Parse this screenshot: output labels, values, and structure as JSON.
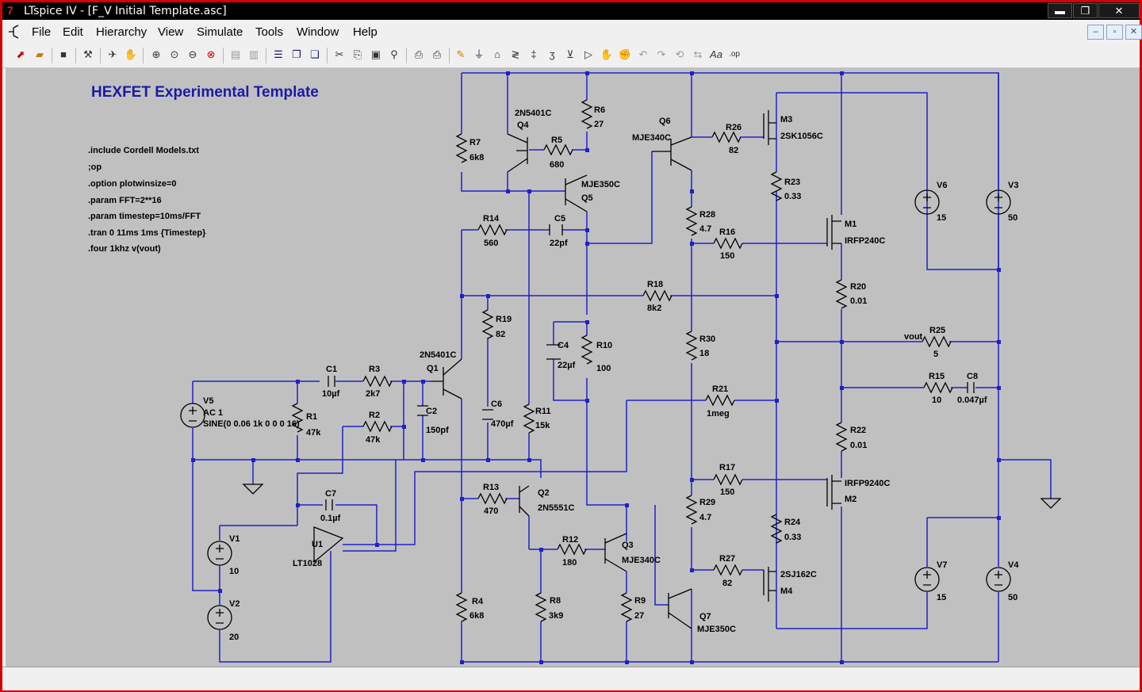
{
  "window": {
    "title": "LTspice IV - [F_V Initial Template.asc]",
    "minimize": "▬",
    "maximize": "❐",
    "close": "✕"
  },
  "menu": {
    "items": [
      "File",
      "Edit",
      "Hierarchy",
      "View",
      "Simulate",
      "Tools",
      "Window",
      "Help"
    ],
    "mdi": [
      "‒",
      "▫",
      "✕"
    ]
  },
  "toolbar": {
    "icons": [
      "new-schematic-icon",
      "open-icon",
      "save-icon",
      "control-panel-icon",
      "run-icon",
      "halt-icon",
      "zoom-in-icon",
      "zoom-pan-icon",
      "zoom-out-icon",
      "zoom-cancel-icon",
      "tile-horizontal-icon",
      "tile-vertical-icon",
      "cascade-icon",
      "close-windows-icon",
      "waveform-icon",
      "cut-icon",
      "copy-icon",
      "paste-icon",
      "find-icon",
      "print-setup-icon",
      "print-icon",
      "wire-icon",
      "ground-icon",
      "label-net-icon",
      "resistor-icon",
      "capacitor-icon",
      "inductor-icon",
      "diode-icon",
      "component-icon",
      "move-icon",
      "drag-icon",
      "undo-icon",
      "redo-icon",
      "rotate-icon",
      "mirror-icon",
      "text-icon",
      "spice-directive-icon"
    ]
  },
  "schematic": {
    "title": "HEXFET Experimental Template",
    "directives": [
      ".include Cordell Models.txt",
      ";op",
      ".option plotwinsize=0",
      ".param FFT=2**16",
      ".param timestep=10ms/FFT",
      ".tran 0 11ms 1ms {Timestep}",
      ".four 1khz v(vout)"
    ],
    "labels": {
      "r7n": "R7",
      "r7v": "6k8",
      "q4t": "2N5401C",
      "q4n": "Q4",
      "r5n": "R5",
      "r5v": "680",
      "r6n": "R6",
      "r6v": "27",
      "q5n": "Q5",
      "q5t": "MJE350C",
      "q6n": "Q6",
      "q6t": "MJE340C",
      "r26n": "R26",
      "r26v": "82",
      "m3n": "M3",
      "m3t": "2SK1056C",
      "r23n": "R23",
      "r23v": "0.33",
      "v6n": "V6",
      "v6v": "15",
      "v3n": "V3",
      "v3v": "50",
      "r14n": "R14",
      "r14v": "560",
      "c5n": "C5",
      "c5v": "22pf",
      "r28n": "R28",
      "r28v": "4.7",
      "r16n": "R16",
      "r16v": "150",
      "m1n": "M1",
      "m1t": "IRFP240C",
      "r18n": "R18",
      "r18v": "8k2",
      "r20n": "R20",
      "r20v": "0.01",
      "r19n": "R19",
      "r19v": "82",
      "c4n": "C4",
      "c4v": "22µf",
      "r10n": "R10",
      "r10v": "100",
      "r30n": "R30",
      "r30v": "18",
      "vout": "vout",
      "r25n": "R25",
      "r25v": "5",
      "q1t": "2N5401C",
      "q1n": "Q1",
      "c1n": "C1",
      "c1v": "10µf",
      "r3n": "R3",
      "r3v": "2k7",
      "r15n": "R15",
      "r15v": "10",
      "c8n": "C8",
      "c8v": "0.047µf",
      "r21n": "R21",
      "r21v": "1meg",
      "v5n": "V5",
      "v5a": "AC 1",
      "v5s": "SINE(0 0.06 1k 0 0 0 16)",
      "r1n": "R1",
      "r1v": "47k",
      "r2n": "R2",
      "r2v": "47k",
      "c2n": "C2",
      "c2v": "150pf",
      "c6n": "C6",
      "c6v": "470µf",
      "r11n": "R11",
      "r11v": "15k",
      "r22n": "R22",
      "r22v": "0.01",
      "r13n": "R13",
      "r13v": "470",
      "q2n": "Q2",
      "q2t": "2N5551C",
      "r17n": "R17",
      "r17v": "150",
      "m2n": "M2",
      "m2t": "IRFP9240C",
      "c7n": "C7",
      "c7v": "0.1µf",
      "r29n": "R29",
      "r29v": "4.7",
      "v1n": "V1",
      "v1v": "10",
      "u1n": "U1",
      "u1t": "LT1028",
      "r12n": "R12",
      "r12v": "180",
      "q3n": "Q3",
      "q3t": "MJE340C",
      "r24n": "R24",
      "r24v": "0.33",
      "r27n": "R27",
      "r27v": "82",
      "m4n": "M4",
      "m4t": "2SJ162C",
      "v7n": "V7",
      "v7v": "15",
      "v4n": "V4",
      "v4v": "50",
      "r4n": "R4",
      "r4v": "6k8",
      "r8n": "R8",
      "r8v": "3k9",
      "r9n": "R9",
      "r9v": "27",
      "q7n": "Q7",
      "q7t": "MJE350C",
      "v2n": "V2",
      "v2v": "20"
    }
  },
  "colors": {
    "wire": "#2020c8",
    "component": "#000000",
    "canvas": "#c0c0c0",
    "title": "#1a1aa8"
  }
}
